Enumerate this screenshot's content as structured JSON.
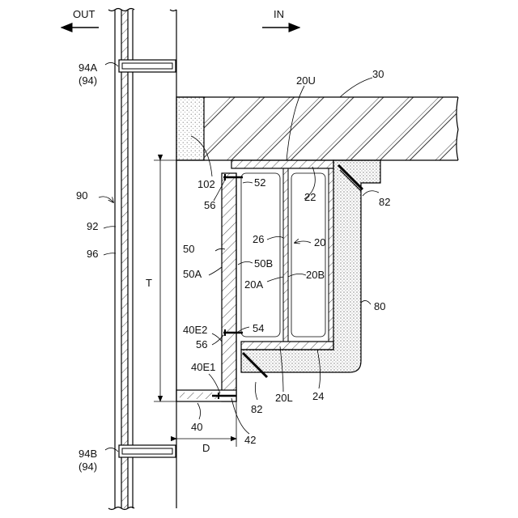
{
  "directions": {
    "out": "OUT",
    "in": "IN"
  },
  "labels": {
    "l94a": "94A",
    "l94a_sub": "(94)",
    "l94b": "94B",
    "l94b_sub": "(94)",
    "l90": "90",
    "l92": "92",
    "l96": "96",
    "l20u": "20U",
    "l30": "30",
    "l102": "102",
    "l52": "52",
    "l22": "22",
    "l82a": "82",
    "l56a": "56",
    "l26": "26",
    "l20": "20",
    "l50": "50",
    "l50a": "50A",
    "l50b": "50B",
    "l20a": "20A",
    "l20b": "20B",
    "lT": "T",
    "l80": "80",
    "l40e2": "40E2",
    "l54": "54",
    "l56b": "56",
    "l40e1": "40E1",
    "l82b": "82",
    "l20l": "20L",
    "l24": "24",
    "l40": "40",
    "l42": "42",
    "lD": "D"
  }
}
